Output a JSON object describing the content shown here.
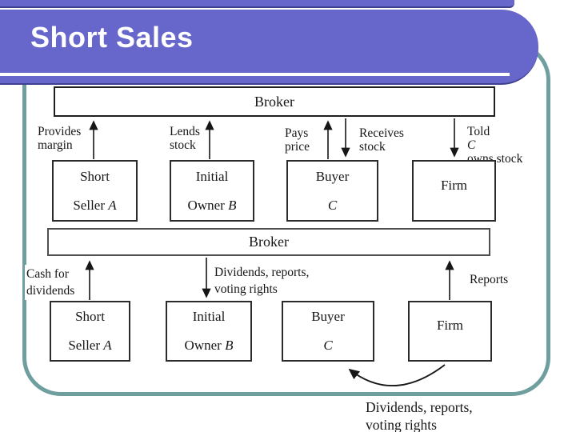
{
  "slide_title": "Short Sales",
  "colors": {
    "banner": "#6666cb",
    "banner_edge": "#3f3f8f",
    "frame": "#6f9e9f",
    "ink": "#161616"
  },
  "diagram": {
    "top": {
      "broker": "Broker",
      "flow_labels": [
        {
          "l1": "Provides",
          "l1var": "",
          "l2": "margin"
        },
        {
          "l1": "Lends",
          "l1var": "",
          "l2": "stock"
        },
        {
          "l1": "Pays",
          "l1var": "",
          "l2": "price"
        },
        {
          "l1": "Receives",
          "l1var": "",
          "l2": "stock"
        },
        {
          "l1": "Told ",
          "l1var": "C",
          "l2": "owns stock"
        }
      ],
      "boxes": [
        {
          "l1": "Short",
          "l2": "Seller ",
          "var": "A"
        },
        {
          "l1": "Initial",
          "l2": "Owner ",
          "var": "B"
        },
        {
          "l1": "Buyer",
          "l2": "",
          "var": "C"
        },
        {
          "l1": "Firm",
          "l2": "",
          "var": ""
        }
      ]
    },
    "bottom": {
      "broker": "Broker",
      "flow_labels": [
        {
          "l1": "Cash for",
          "l2": "dividends"
        },
        {
          "l1": "Dividends, reports,",
          "l2": "voting rights"
        },
        {
          "l1": "Reports",
          "l2": ""
        }
      ],
      "boxes": [
        {
          "l1": "Short",
          "l2": "Seller ",
          "var": "A"
        },
        {
          "l1": "Initial",
          "l2": "Owner ",
          "var": "B"
        },
        {
          "l1": "Buyer",
          "l2": "",
          "var": "C"
        },
        {
          "l1": "Firm",
          "l2": "",
          "var": ""
        }
      ],
      "curved_label": {
        "l1": "Dividends, reports,",
        "l2": "voting rights"
      }
    }
  }
}
